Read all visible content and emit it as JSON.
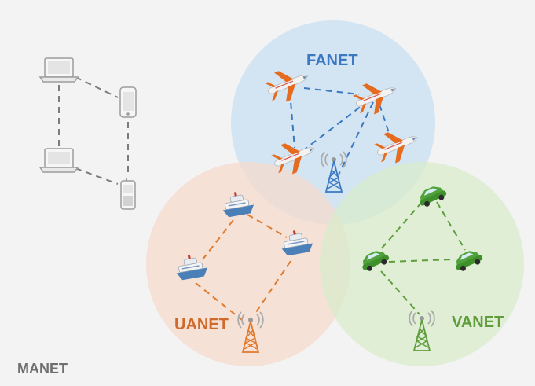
{
  "labels": {
    "fanet": "FANET",
    "uanet": "UANET",
    "vanet": "VANET",
    "manet": "MANET"
  },
  "colors": {
    "background": "#f3f3f3",
    "fanet": "#3a78c2",
    "uanet": "#d06a2a",
    "vanet": "#5e9d3a",
    "manet": "#6f6f6f",
    "fanet_zone": "#c9e0f2",
    "uanet_zone": "#f7d9cc",
    "vanet_zone": "#d7ebc9"
  },
  "icons": {
    "fanet_nodes": "airplane-icon",
    "uanet_nodes": "ship-icon",
    "vanet_nodes": "car-icon",
    "manet_nodes": [
      "laptop-icon",
      "smartphone-icon",
      "mobile-phone-icon"
    ],
    "infrastructure": "antenna-tower-icon"
  }
}
